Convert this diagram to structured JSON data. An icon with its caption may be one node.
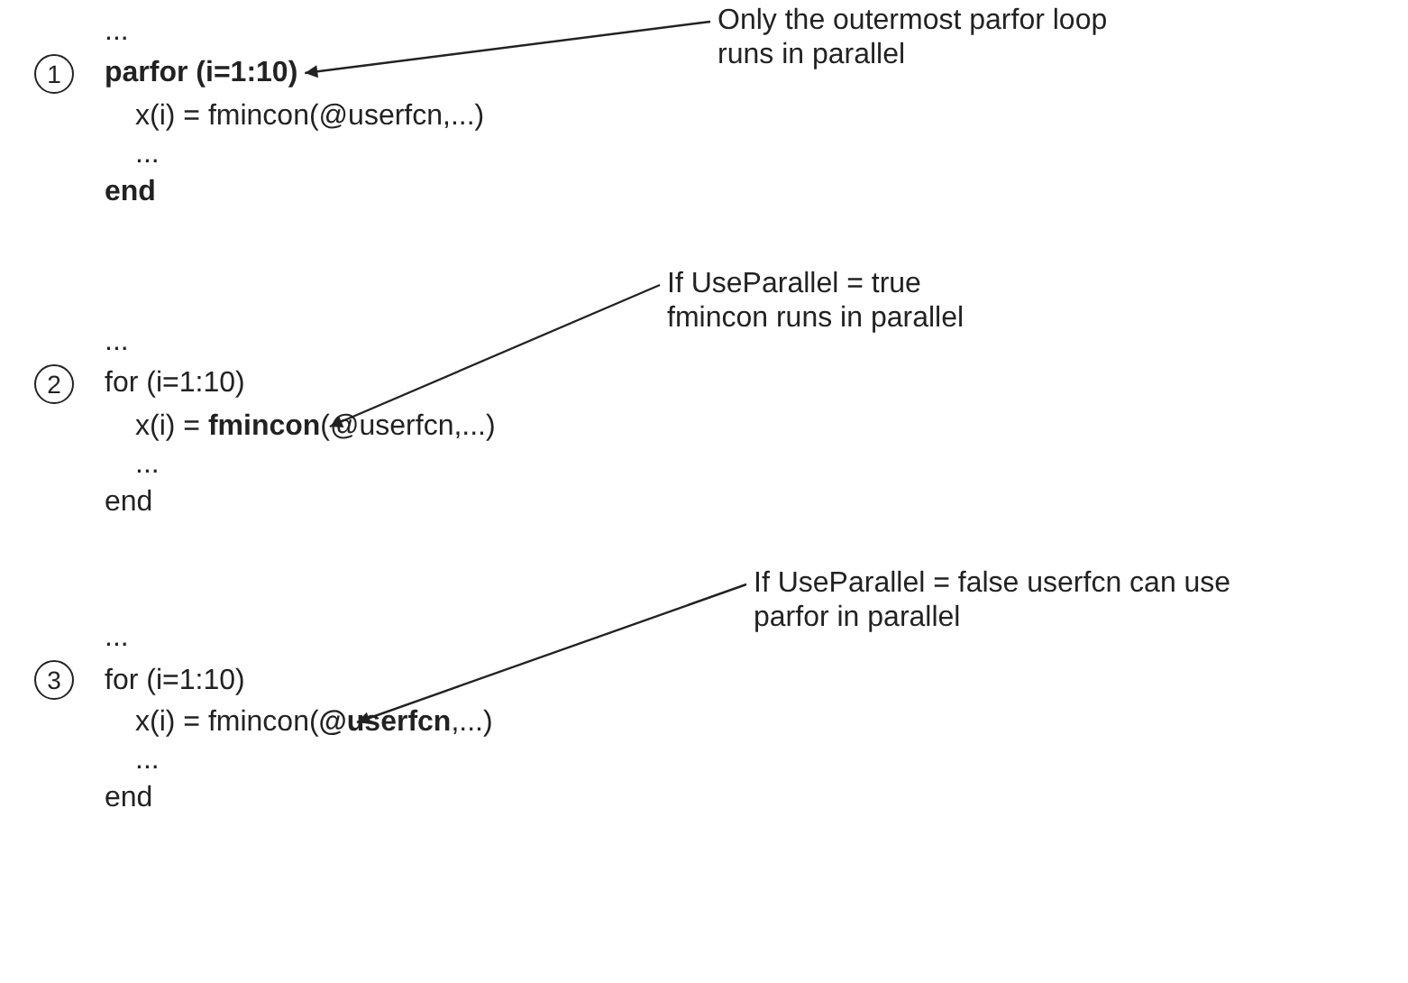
{
  "diagram": {
    "nodes": [
      {
        "text": [
          "1"
        ]
      },
      {
        "text": [
          "parfor (i=1:10)"
        ]
      },
      {
        "text": [
          "Only the outermost parfor loop runs in parallel"
        ]
      },
      {
        "text": [
          "2"
        ]
      },
      {
        "text": [
          "x(i) = **fmincon**(@userfcn,...)"
        ]
      },
      {
        "text": [
          "If UseParallel = true fmincon runs in parallel"
        ]
      },
      {
        "text": [
          "3"
        ]
      },
      {
        "text": [
          "x(i) = fmincon(**@userfcn**,...)"
        ]
      },
      {
        "text": [
          "If UseParallel = false userfcn can use parfor in parallel"
        ]
      }
    ],
    "edges": [
      {
        "from": 2,
        "to": 1,
        "arrow": "to"
      },
      {
        "from": 5,
        "to": 4,
        "arrow": "to"
      },
      {
        "from": 8,
        "to": 7,
        "arrow": "to"
      }
    ],
    "labels": [
      "...",
      "x(i) = fmincon(@userfcn,...)",
      "...",
      "end",
      "...",
      "for (i=1:10)",
      "...",
      "end",
      "...",
      "for (i=1:10)",
      "...",
      "end"
    ]
  }
}
